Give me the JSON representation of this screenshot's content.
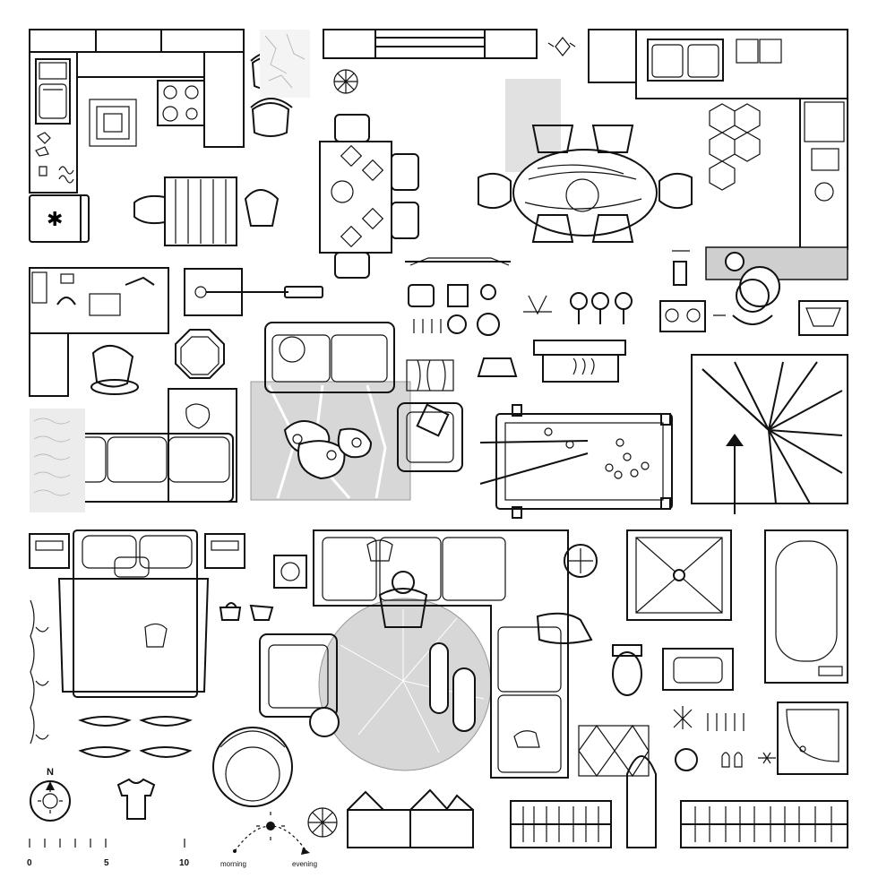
{
  "compass": {
    "north": "N"
  },
  "scale_bar": {
    "ticks": [
      "0",
      "5",
      "10"
    ]
  },
  "sun_path": {
    "start": "morning",
    "end": "evening"
  }
}
